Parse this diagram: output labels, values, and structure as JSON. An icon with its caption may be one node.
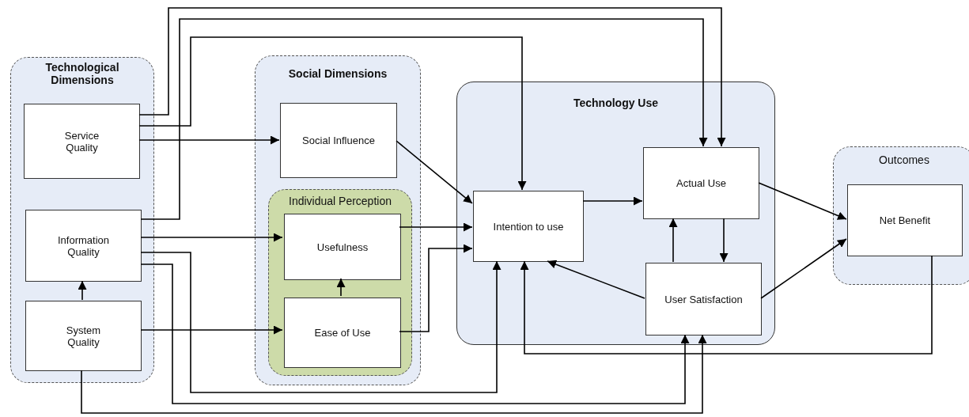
{
  "diagram": {
    "nodes": [
      {
        "text": [
          "Technological Dimensions"
        ]
      },
      {
        "text": [
          "Service Quality"
        ],
        "in": 0
      },
      {
        "text": [
          "Information Quality"
        ],
        "in": 0
      },
      {
        "text": [
          "System Quality"
        ],
        "in": 0
      },
      {
        "text": [
          "Social Dimensions"
        ]
      },
      {
        "text": [
          "Social Influence"
        ],
        "in": 4
      },
      {
        "text": [
          "Individual Perception"
        ],
        "in": 4
      },
      {
        "text": [
          "Usefulness"
        ],
        "in": 6
      },
      {
        "text": [
          "Ease of Use"
        ],
        "in": 6
      },
      {
        "text": [
          "Technology Use"
        ]
      },
      {
        "text": [
          "Intention to use"
        ],
        "in": 9
      },
      {
        "text": [
          "Actual Use"
        ],
        "in": 9
      },
      {
        "text": [
          "User Satisfaction"
        ],
        "in": 9
      },
      {
        "text": [
          "Outcomes"
        ]
      },
      {
        "text": [
          "Net Benefit"
        ],
        "in": 13
      }
    ],
    "edges": [
      {
        "from": 1,
        "to": 11,
        "arrow": "to"
      },
      {
        "from": 1,
        "to": 10,
        "arrow": "to"
      },
      {
        "from": 1,
        "to": 5,
        "arrow": "to"
      },
      {
        "from": 2,
        "to": 11,
        "arrow": "to"
      },
      {
        "from": 2,
        "to": 7,
        "arrow": "to"
      },
      {
        "from": 2,
        "to": 10,
        "arrow": "to"
      },
      {
        "from": 2,
        "to": 12,
        "arrow": "to"
      },
      {
        "from": 3,
        "to": 2,
        "arrow": "to"
      },
      {
        "from": 3,
        "to": 8,
        "arrow": "to"
      },
      {
        "from": 3,
        "to": 12,
        "arrow": "to"
      },
      {
        "from": 5,
        "to": 10,
        "arrow": "to"
      },
      {
        "from": 7,
        "to": 10,
        "arrow": "to"
      },
      {
        "from": 8,
        "to": 7,
        "arrow": "to"
      },
      {
        "from": 8,
        "to": 10,
        "arrow": "to"
      },
      {
        "from": 10,
        "to": 11,
        "arrow": "to"
      },
      {
        "from": 12,
        "to": 11,
        "arrow": "to"
      },
      {
        "from": 11,
        "to": 12,
        "arrow": "to"
      },
      {
        "from": 12,
        "to": 10,
        "arrow": "to"
      },
      {
        "from": 11,
        "to": 14,
        "arrow": "to"
      },
      {
        "from": 12,
        "to": 14,
        "arrow": "to"
      },
      {
        "from": 14,
        "to": 10,
        "arrow": "to"
      }
    ]
  }
}
